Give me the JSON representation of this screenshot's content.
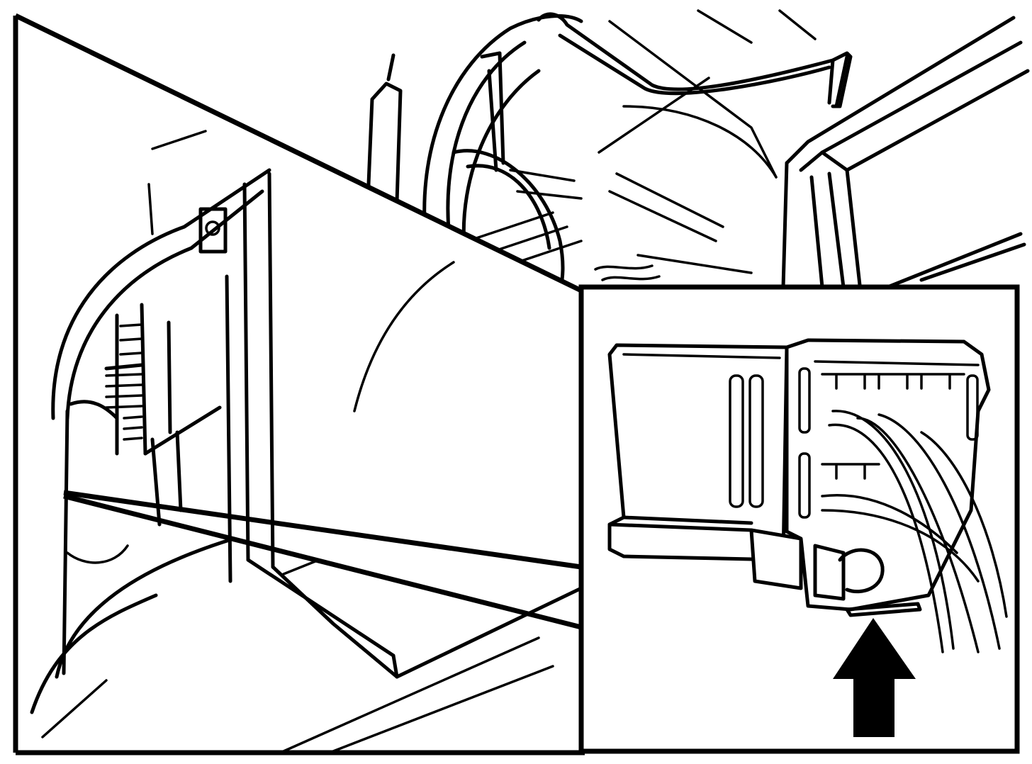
{
  "figure": {
    "colors": {
      "line": "#000000",
      "background": "#ffffff"
    },
    "icons": [
      "arrow-up-icon"
    ],
    "parts": [
      "dashboard-overview",
      "magnification-cone",
      "detail-inset",
      "connector",
      "wiring-harness",
      "indicator-arrow"
    ]
  }
}
